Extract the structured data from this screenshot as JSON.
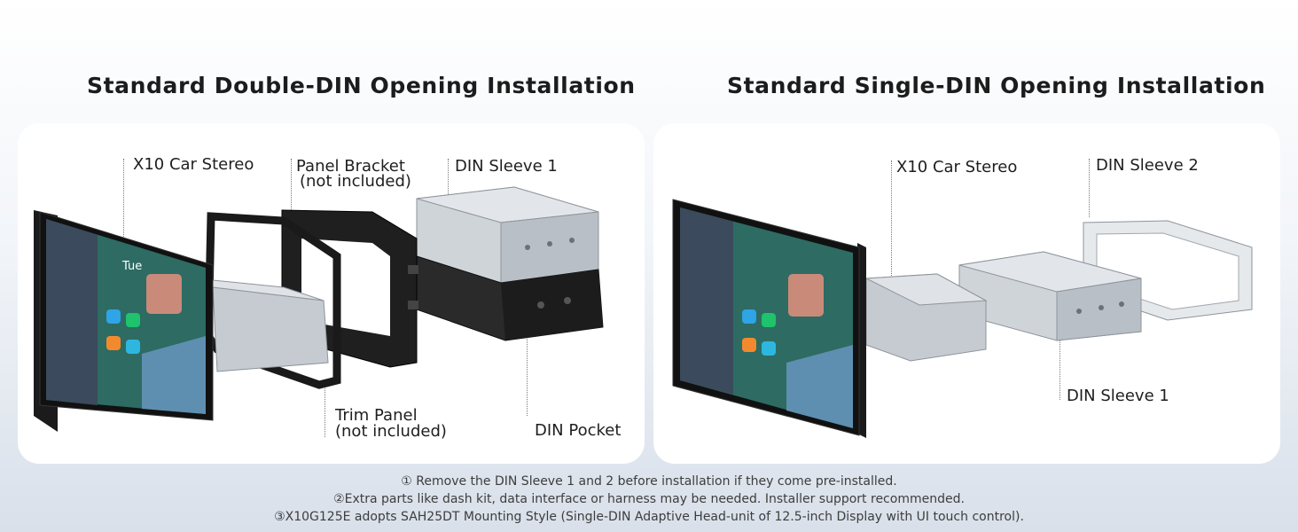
{
  "headings": {
    "double_din": "Standard Double-DIN Opening Installation",
    "single_din": "Standard Single-DIN Opening Installation"
  },
  "double_din_panel": {
    "labels": {
      "stereo": "X10 Car Stereo",
      "bracket_line1": "Panel Bracket",
      "bracket_line2": "(not included)",
      "sleeve1": "DIN Sleeve 1",
      "trim_line1": "Trim Panel",
      "trim_line2": "(not included)",
      "pocket": "DIN Pocket"
    }
  },
  "single_din_panel": {
    "labels": {
      "stereo": "X10 Car Stereo",
      "sleeve2": "DIN Sleeve 2",
      "sleeve1": "DIN Sleeve 1"
    }
  },
  "screen": {
    "day": "Tue"
  },
  "notes": [
    "① Remove the DIN Sleeve 1 and 2 before installation if they come pre-installed.",
    "②Extra parts like dash kit, data interface or harness may be needed. Installer support recommended.",
    "③X10G125E adopts SAH25DT Mounting Style (Single-DIN Adaptive Head-unit of 12.5-inch Display with UI touch control)."
  ],
  "colors": {
    "panel_bg": "#ffffff",
    "page_bg_bottom": "#d9e0ea",
    "metal": "#c9ced4",
    "plastic": "#1f1f1f"
  }
}
